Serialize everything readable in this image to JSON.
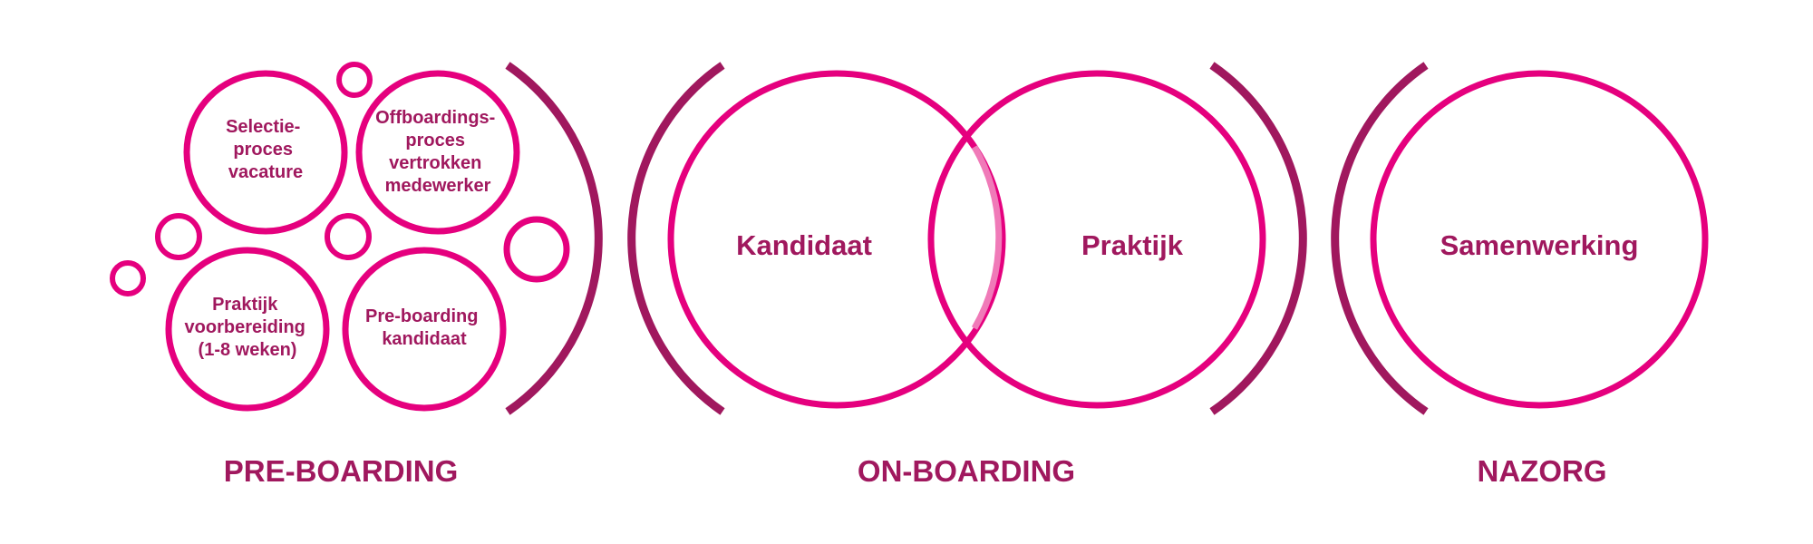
{
  "colors": {
    "circle": "#e5007e",
    "bracket": "#a0185e",
    "overlap_arc": "#f07ab8",
    "text": "#a0185e"
  },
  "preboarding": {
    "bubbles": [
      [
        "Selectie-",
        "proces",
        "vacature"
      ],
      [
        "Offboardings-",
        "proces",
        "vertrokken",
        "medewerker"
      ],
      [
        "Praktijk",
        "voorbereiding",
        "(1-8 weken)"
      ],
      [
        "Pre-boarding",
        "kandidaat"
      ]
    ],
    "phase_label": "PRE-BOARDING"
  },
  "onboarding": {
    "left_circle": "Kandidaat",
    "right_circle": "Praktijk",
    "phase_label": "ON-BOARDING"
  },
  "nazorg": {
    "circle": "Samenwerking",
    "phase_label": "NAZORG"
  }
}
